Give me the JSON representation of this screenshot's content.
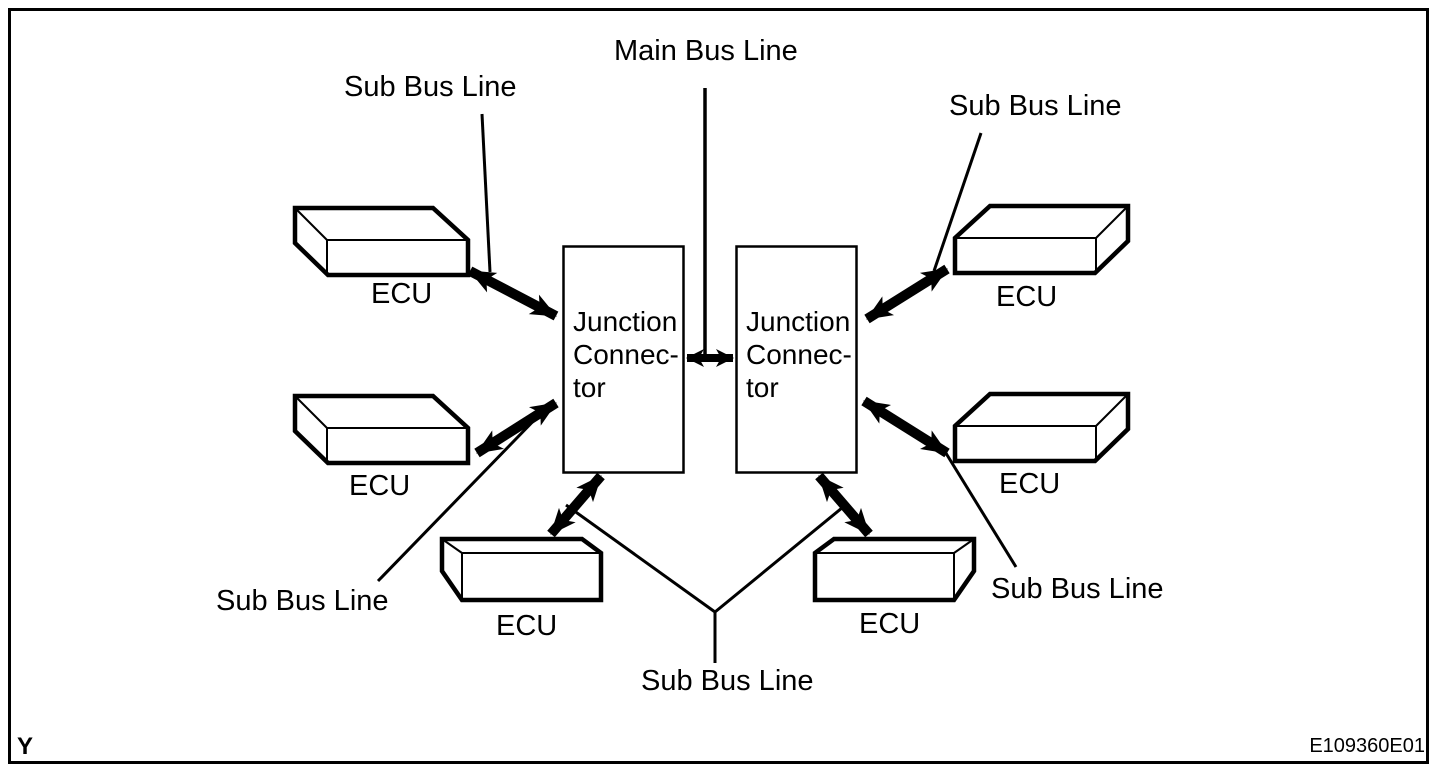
{
  "colors": {
    "ink": "#000000",
    "background": "#ffffff"
  },
  "frame": {
    "corner_mark": "Y",
    "figure_code": "E109360E01"
  },
  "bus_labels": {
    "main": "Main Bus Line",
    "sub_top_left": "Sub Bus Line",
    "sub_top_right": "Sub Bus Line",
    "sub_mid_left": "Sub Bus Line",
    "sub_mid_right": "Sub Bus Line",
    "sub_bottom": "Sub Bus Line"
  },
  "junction_connectors": {
    "left": {
      "lines": [
        "Junction",
        "Connec-",
        "tor"
      ]
    },
    "right": {
      "lines": [
        "Junction",
        "Connec-",
        "tor"
      ]
    }
  },
  "ecus": {
    "top_left": "ECU",
    "top_right": "ECU",
    "mid_left": "ECU",
    "mid_right": "ECU",
    "bottom_left": "ECU",
    "bottom_right": "ECU"
  }
}
